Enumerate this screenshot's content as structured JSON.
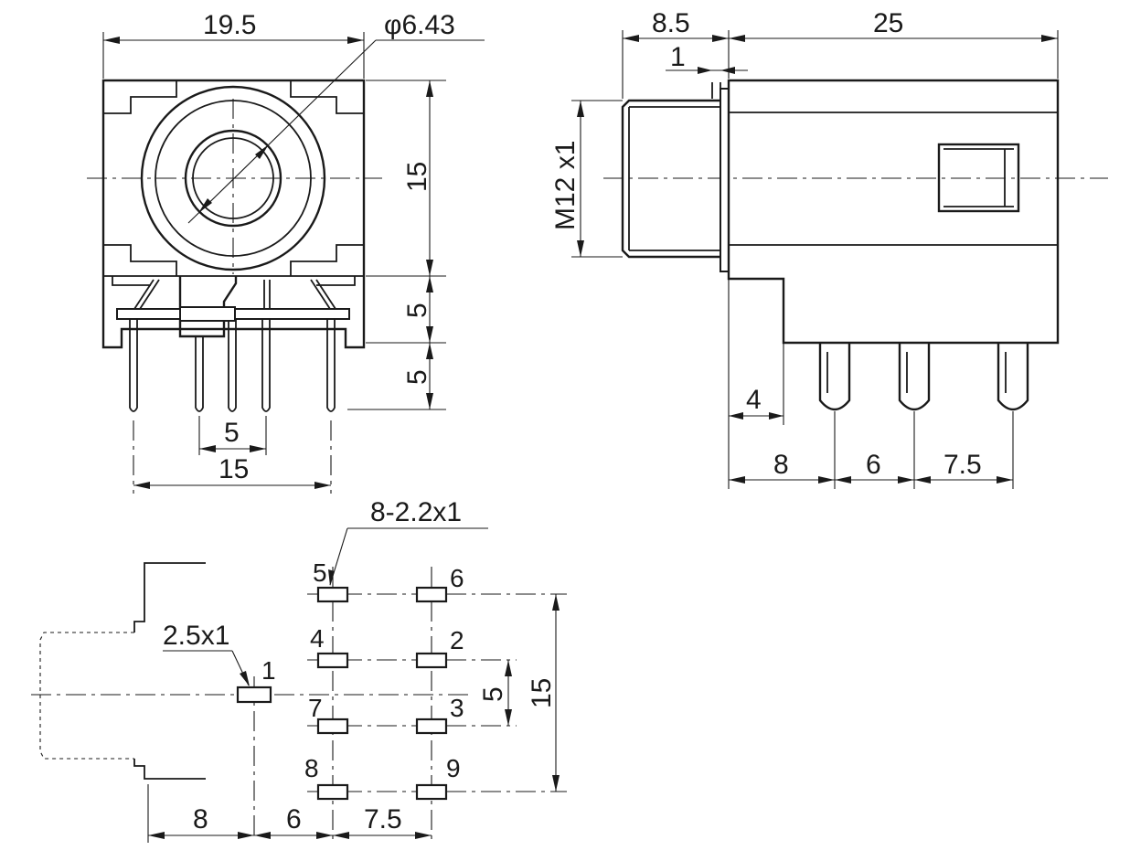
{
  "front_view": {
    "width_label": "19.5",
    "bore_diameter_label": "φ6.43",
    "body_height_label": "15",
    "pin_step_label_1": "5",
    "pin_step_label_2": "5",
    "pin_spacing_label": "5",
    "pin_span_label": "15"
  },
  "side_view": {
    "thread_length_label": "8.5",
    "body_length_label": "25",
    "flange_label": "1",
    "thread_label": "M12 x1",
    "pin_offset_label": "4",
    "pin_gap_1_label": "8",
    "pin_gap_2_label": "6",
    "pin_gap_3_label": "7.5"
  },
  "footprint": {
    "pad_spec_label": "8-2.2x1",
    "ground_pad_label": "2.5x1",
    "pin_numbers": {
      "p1": "1",
      "p2": "2",
      "p3": "3",
      "p4": "4",
      "p5": "5",
      "p6": "6",
      "p7": "7",
      "p8": "8",
      "p9": "9"
    },
    "row_pitch_label": "5",
    "row_span_label": "15",
    "col_gap_1_label": "8",
    "col_gap_2_label": "6",
    "col_gap_3_label": "7.5"
  }
}
